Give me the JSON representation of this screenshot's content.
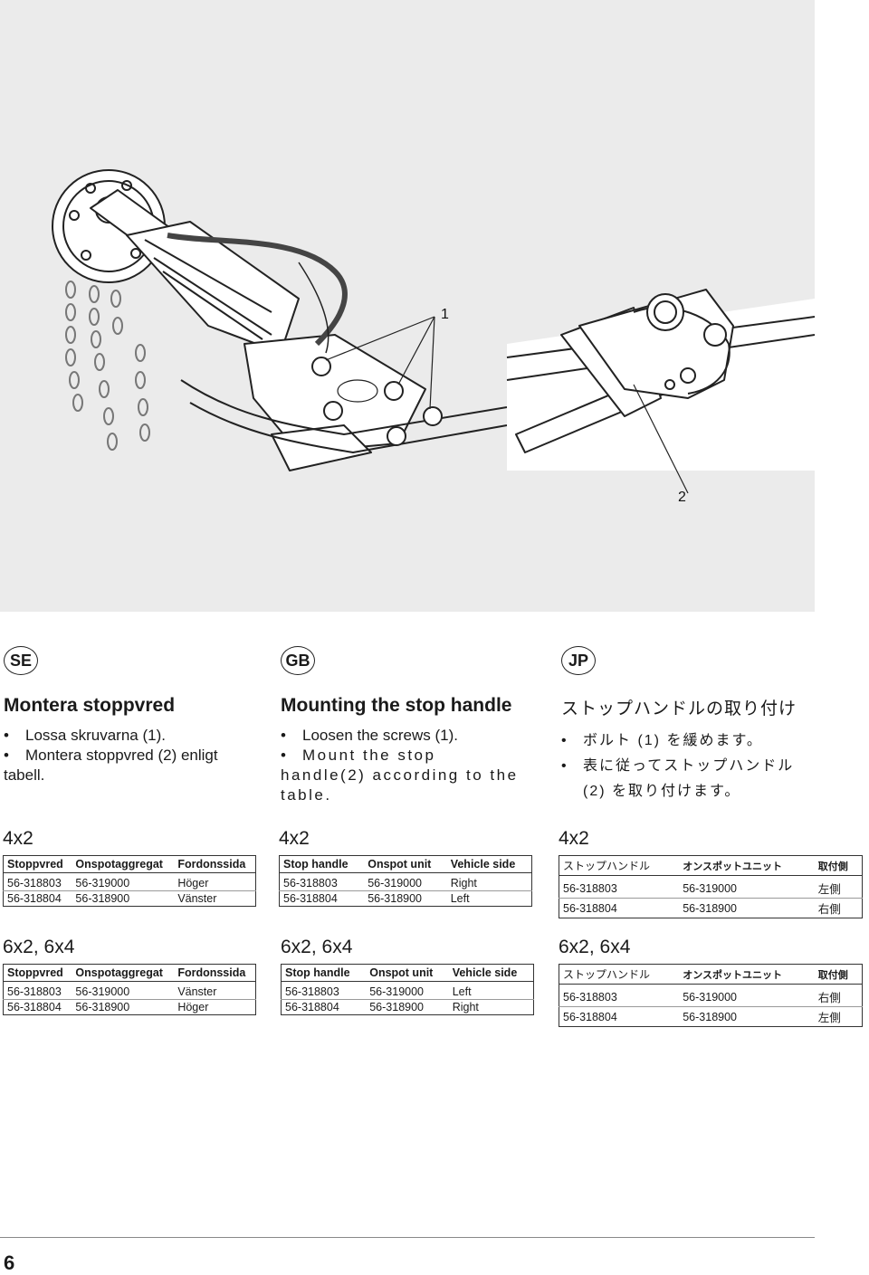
{
  "figure": {
    "callouts": [
      "1",
      "2"
    ]
  },
  "sections": [
    {
      "lang": "SE",
      "title": "Montera stoppvred",
      "items": [
        "Lossa skruvarna (1).",
        "Montera stoppvred (2) enligt tabell."
      ]
    },
    {
      "lang": "GB",
      "title": "Mounting the stop handle",
      "items": [
        "Loosen the screws (1).",
        "Mount the stop handle(2) according to the table."
      ]
    },
    {
      "lang": "JP",
      "title": "ストップハンドルの取り付け",
      "items": [
        "ボルト (1) を緩めます。",
        "表に従ってストップハンドル (2) を取り付けます。"
      ]
    }
  ],
  "tables": {
    "se_4x2": {
      "heading": "4x2",
      "headers": [
        "Stoppvred",
        "Onspotaggregat",
        "Fordonssida"
      ],
      "rows": [
        [
          "56-318803",
          "56-319000",
          "Höger"
        ],
        [
          "56-318804",
          "56-318900",
          "Vänster"
        ]
      ]
    },
    "gb_4x2": {
      "heading": "4x2",
      "headers": [
        "Stop handle",
        "Onspot unit",
        "Vehicle side"
      ],
      "rows": [
        [
          "56-318803",
          "56-319000",
          "Right"
        ],
        [
          "56-318804",
          "56-318900",
          "Left"
        ]
      ]
    },
    "jp_4x2": {
      "heading": "4x2",
      "headers": [
        "ストップハンドル",
        "オンスポットユニット",
        "取付側"
      ],
      "rows": [
        [
          "56-318803",
          "56-319000",
          "左側"
        ],
        [
          "56-318804",
          "56-318900",
          "右側"
        ]
      ]
    },
    "se_6x2": {
      "heading": "6x2, 6x4",
      "headers": [
        "Stoppvred",
        "Onspotaggregat",
        "Fordonssida"
      ],
      "rows": [
        [
          "56-318803",
          "56-319000",
          "Vänster"
        ],
        [
          "56-318804",
          "56-318900",
          "Höger"
        ]
      ]
    },
    "gb_6x2": {
      "heading": "6x2, 6x4",
      "headers": [
        "Stop handle",
        "Onspot unit",
        "Vehicle side"
      ],
      "rows": [
        [
          "56-318803",
          "56-319000",
          "Left"
        ],
        [
          "56-318804",
          "56-318900",
          "Right"
        ]
      ]
    },
    "jp_6x2": {
      "heading": "6x2, 6x4",
      "headers": [
        "ストップハンドル",
        "オンスポットユニット",
        "取付側"
      ],
      "rows": [
        [
          "56-318803",
          "56-319000",
          "右側"
        ],
        [
          "56-318804",
          "56-318900",
          "左側"
        ]
      ]
    }
  },
  "page_number": "6"
}
